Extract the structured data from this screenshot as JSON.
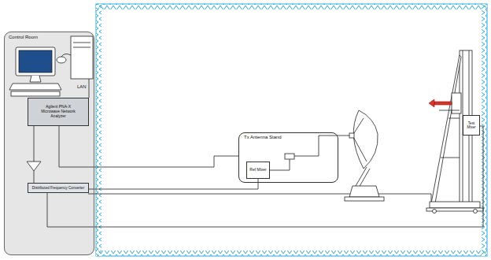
{
  "diagram": {
    "nodes": [
      {
        "text": [
          "Control Room"
        ]
      },
      {
        "text": [
          "Agilent PNA-X Microwave Network Analyzer"
        ],
        "in": 0
      },
      {
        "text": [
          "Distributed Frequency Converter"
        ],
        "in": 0
      },
      {
        "text": [
          "Tx Antenna Stand"
        ]
      },
      {
        "text": [
          "Ref Mixer"
        ],
        "in": 3
      },
      {
        "text": [
          "Test Mixer"
        ]
      }
    ],
    "edges": [
      {
        "from": 1,
        "to": 3,
        "arrow": "none"
      },
      {
        "from": 2,
        "to": 4,
        "arrow": "none"
      },
      {
        "from": 2,
        "to": 5,
        "arrow": "none"
      }
    ],
    "labels": [
      "LAN"
    ]
  }
}
